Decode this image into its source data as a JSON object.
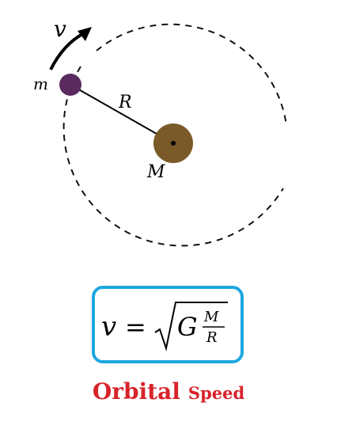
{
  "labels": {
    "velocity": "v",
    "small_mass": "m",
    "radius": "R",
    "large_mass": "M"
  },
  "formula": {
    "lhs": "v",
    "equals": "=",
    "constant": "G",
    "numerator": "M",
    "denominator": "R"
  },
  "title": {
    "main": "Orbital",
    "sub": "Speed"
  },
  "colors": {
    "small_mass": "#5a2a5e",
    "large_mass": "#7a5a28",
    "box_border": "#1ea7e0",
    "title": "#d8232a"
  }
}
